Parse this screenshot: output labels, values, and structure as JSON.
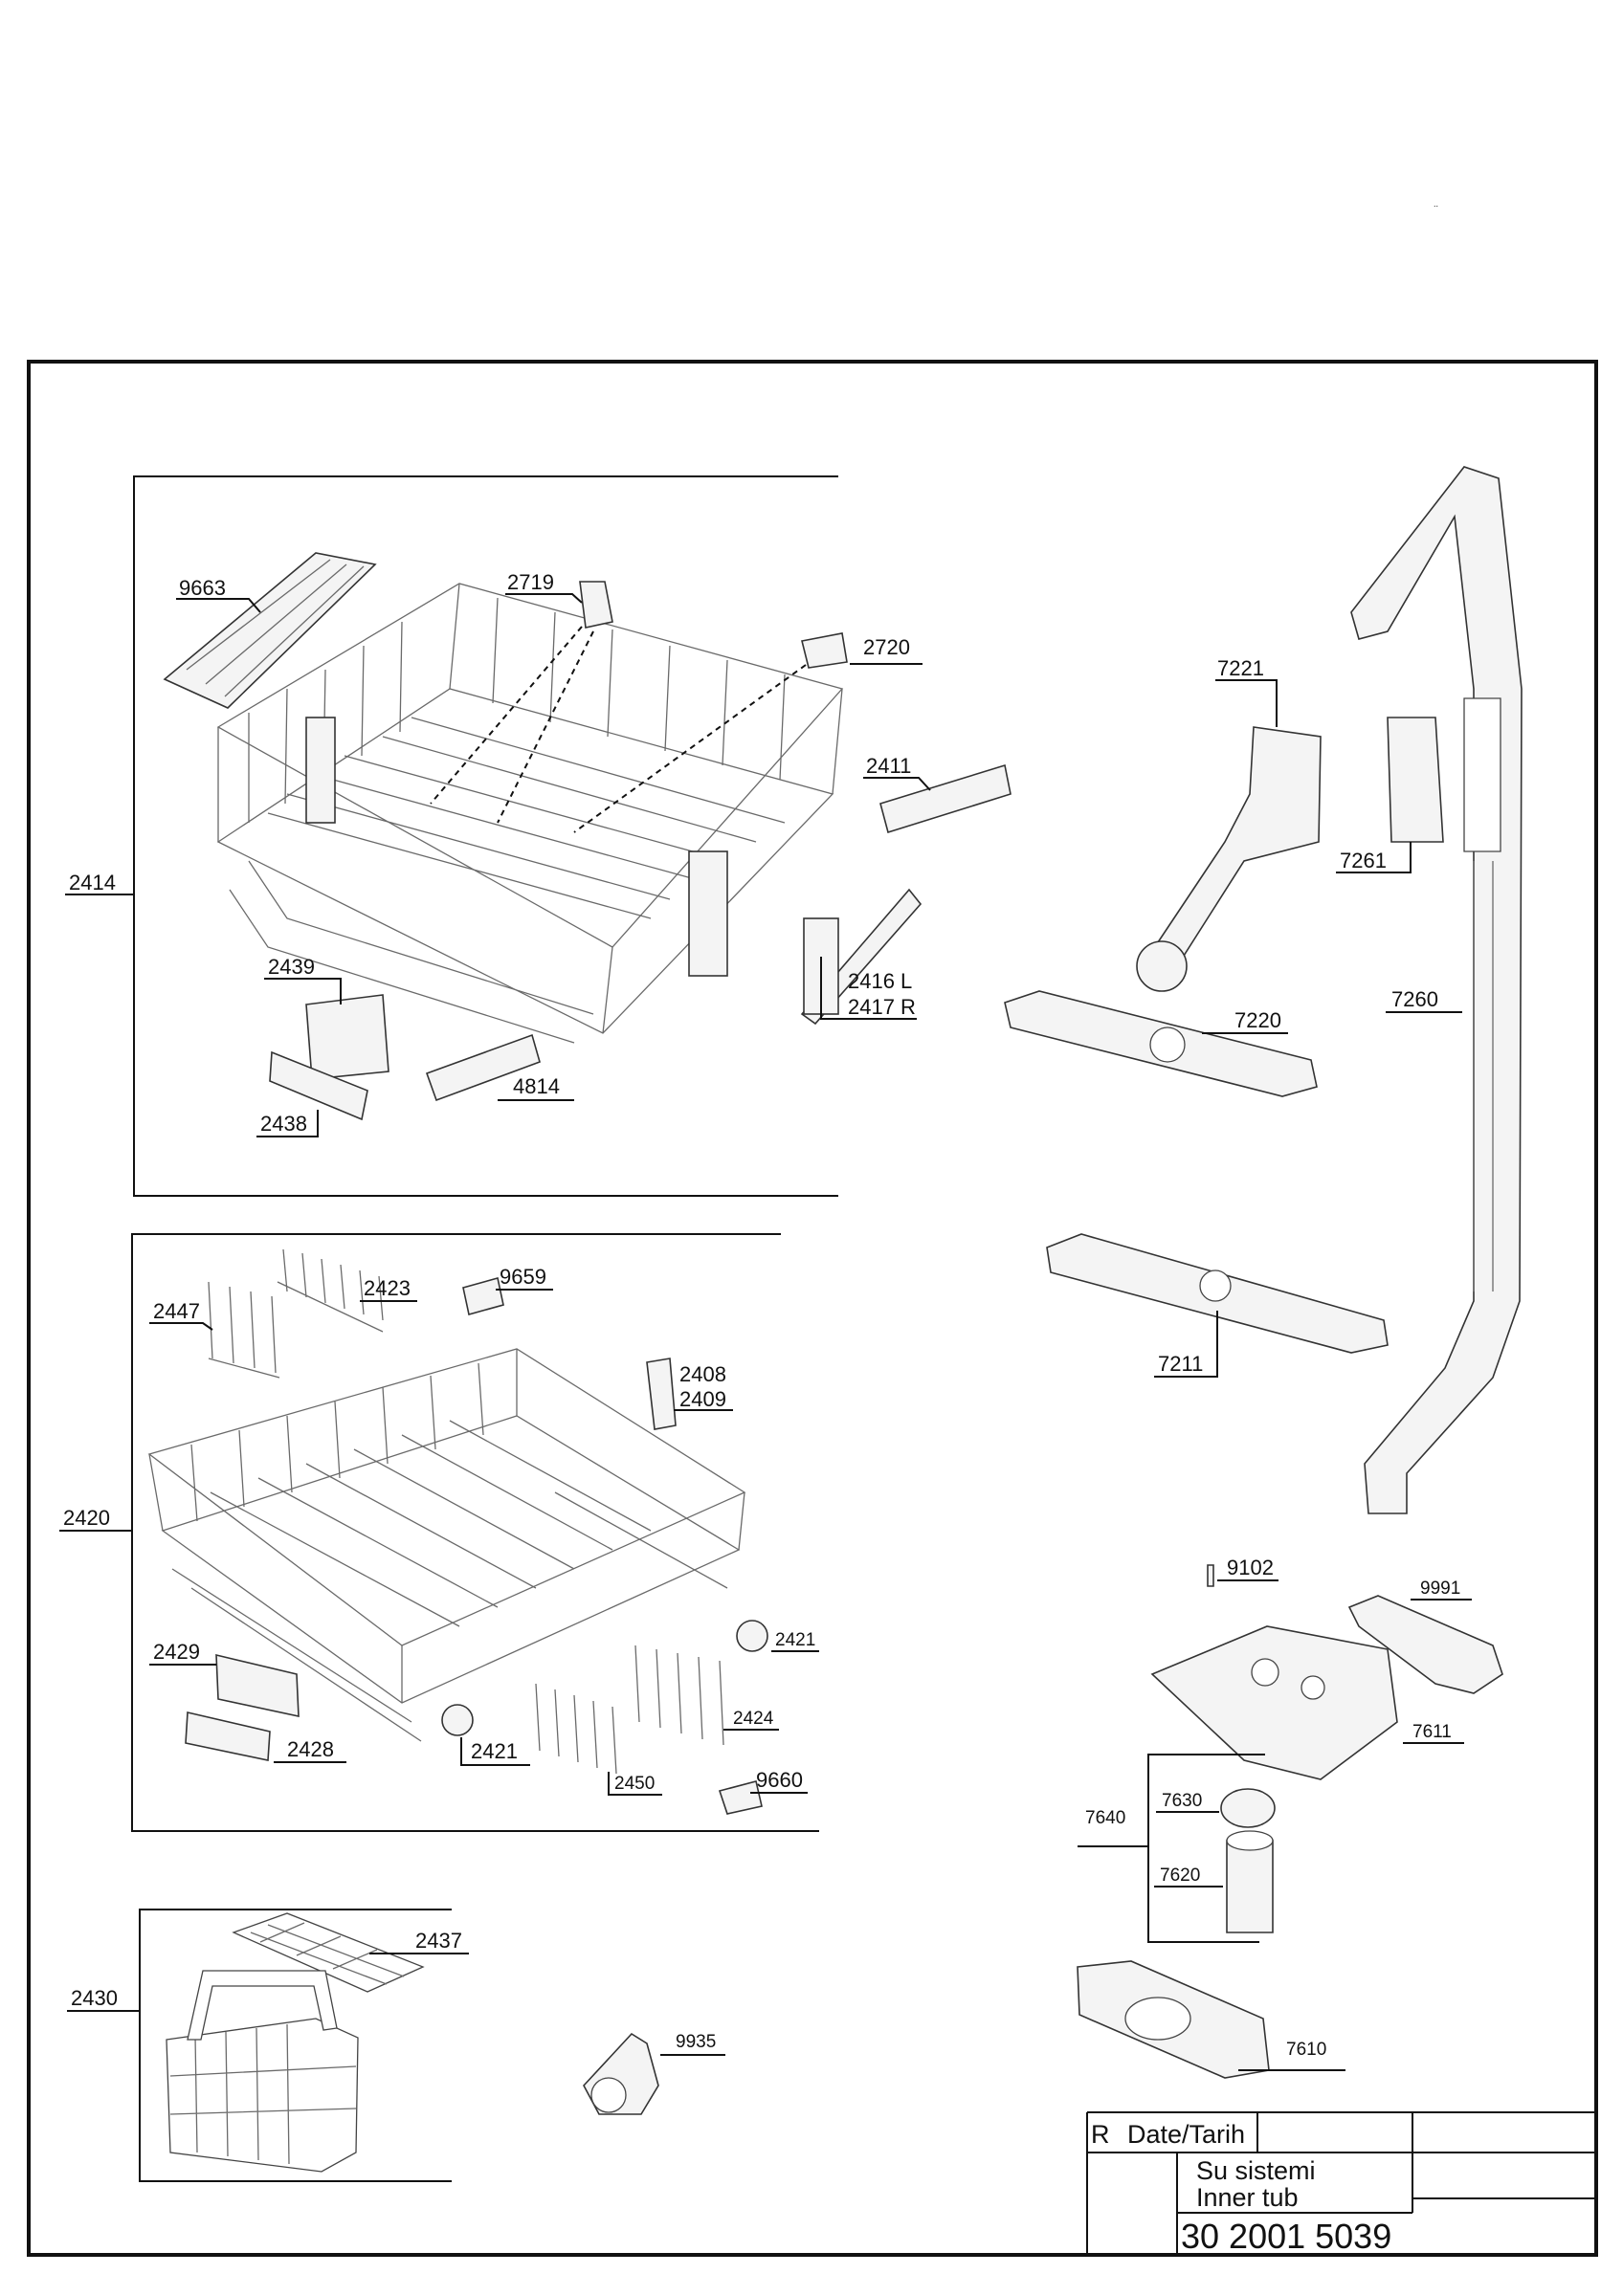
{
  "top_mark": "..",
  "parts": {
    "p9663": "9663",
    "p2719": "2719",
    "p2720": "2720",
    "p2411": "2411",
    "p2414": "2414",
    "p2439": "2439",
    "p2416": "2416 L",
    "p2417": "2417 R",
    "p4814": "4814",
    "p2438": "2438",
    "p7221": "7221",
    "p7261": "7261",
    "p7260": "7260",
    "p7220": "7220",
    "p7211": "7211",
    "p2447": "2447",
    "p2423": "2423",
    "p9659": "9659",
    "p2408": "2408",
    "p2409": "2409",
    "p2420": "2420",
    "p2421a": "2421",
    "p2429": "2429",
    "p2428": "2428",
    "p2421b": "2421",
    "p2424": "2424",
    "p2450": "2450",
    "p9660": "9660",
    "p9102": "9102",
    "p9991": "9991",
    "p7611": "7611",
    "p7640": "7640",
    "p7630": "7630",
    "p7620": "7620",
    "p2430": "2430",
    "p2437": "2437",
    "p9935": "9935",
    "p7610": "7610"
  },
  "title_block": {
    "r": "R",
    "date": "Date/Tarih",
    "name_tr": "Su sistemi",
    "name_en": "Inner tub",
    "doc_no": "30 2001 5039"
  }
}
